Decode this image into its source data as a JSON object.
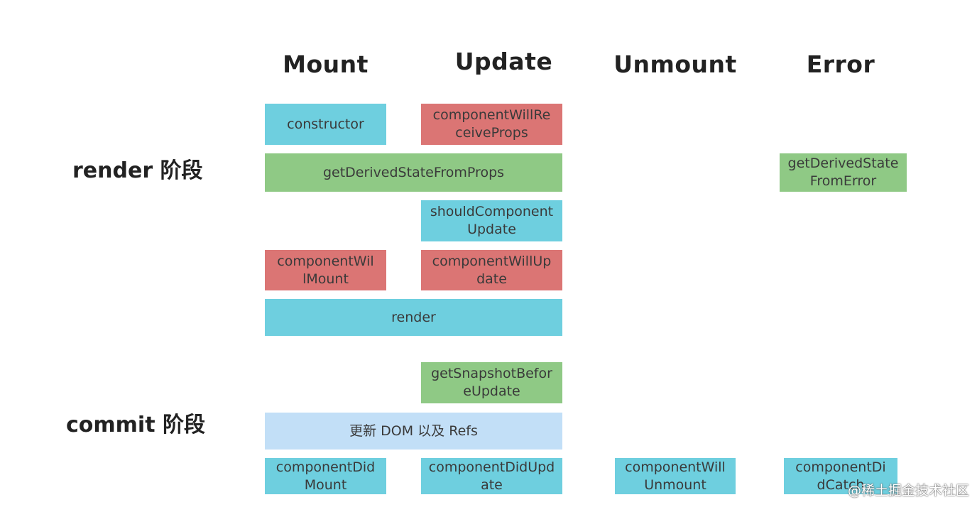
{
  "columns": {
    "mount": "Mount",
    "update": "Update",
    "unmount": "Unmount",
    "error": "Error"
  },
  "phases": {
    "render": "render 阶段",
    "commit": "commit 阶段"
  },
  "nodes": {
    "constructor": "constructor",
    "component_will_receive_props": "componentWillReceiveProps",
    "get_derived_state_from_props": "getDerivedStateFromProps",
    "get_derived_state_from_error": "getDerivedStateFromError",
    "should_component_update": "shouldComponentUpdate",
    "component_will_mount": "componentWillMount",
    "component_will_update": "componentWillUpdate",
    "render": "render",
    "get_snapshot_before_update": "getSnapshotBeforeUpdate",
    "update_dom_refs": "更新 DOM 以及 Refs",
    "component_did_mount": "componentDidMount",
    "component_did_update": "componentDidUpdate",
    "component_will_unmount": "componentWillUnmount",
    "component_did_catch": "componentDidCatch"
  },
  "watermark": "@稀土掘金技术社区",
  "colors": {
    "blue": "#6ecfdf",
    "red": "#db7574",
    "green": "#8fc985",
    "light_blue": "#c2dff7",
    "text": "#3a3a3a"
  }
}
